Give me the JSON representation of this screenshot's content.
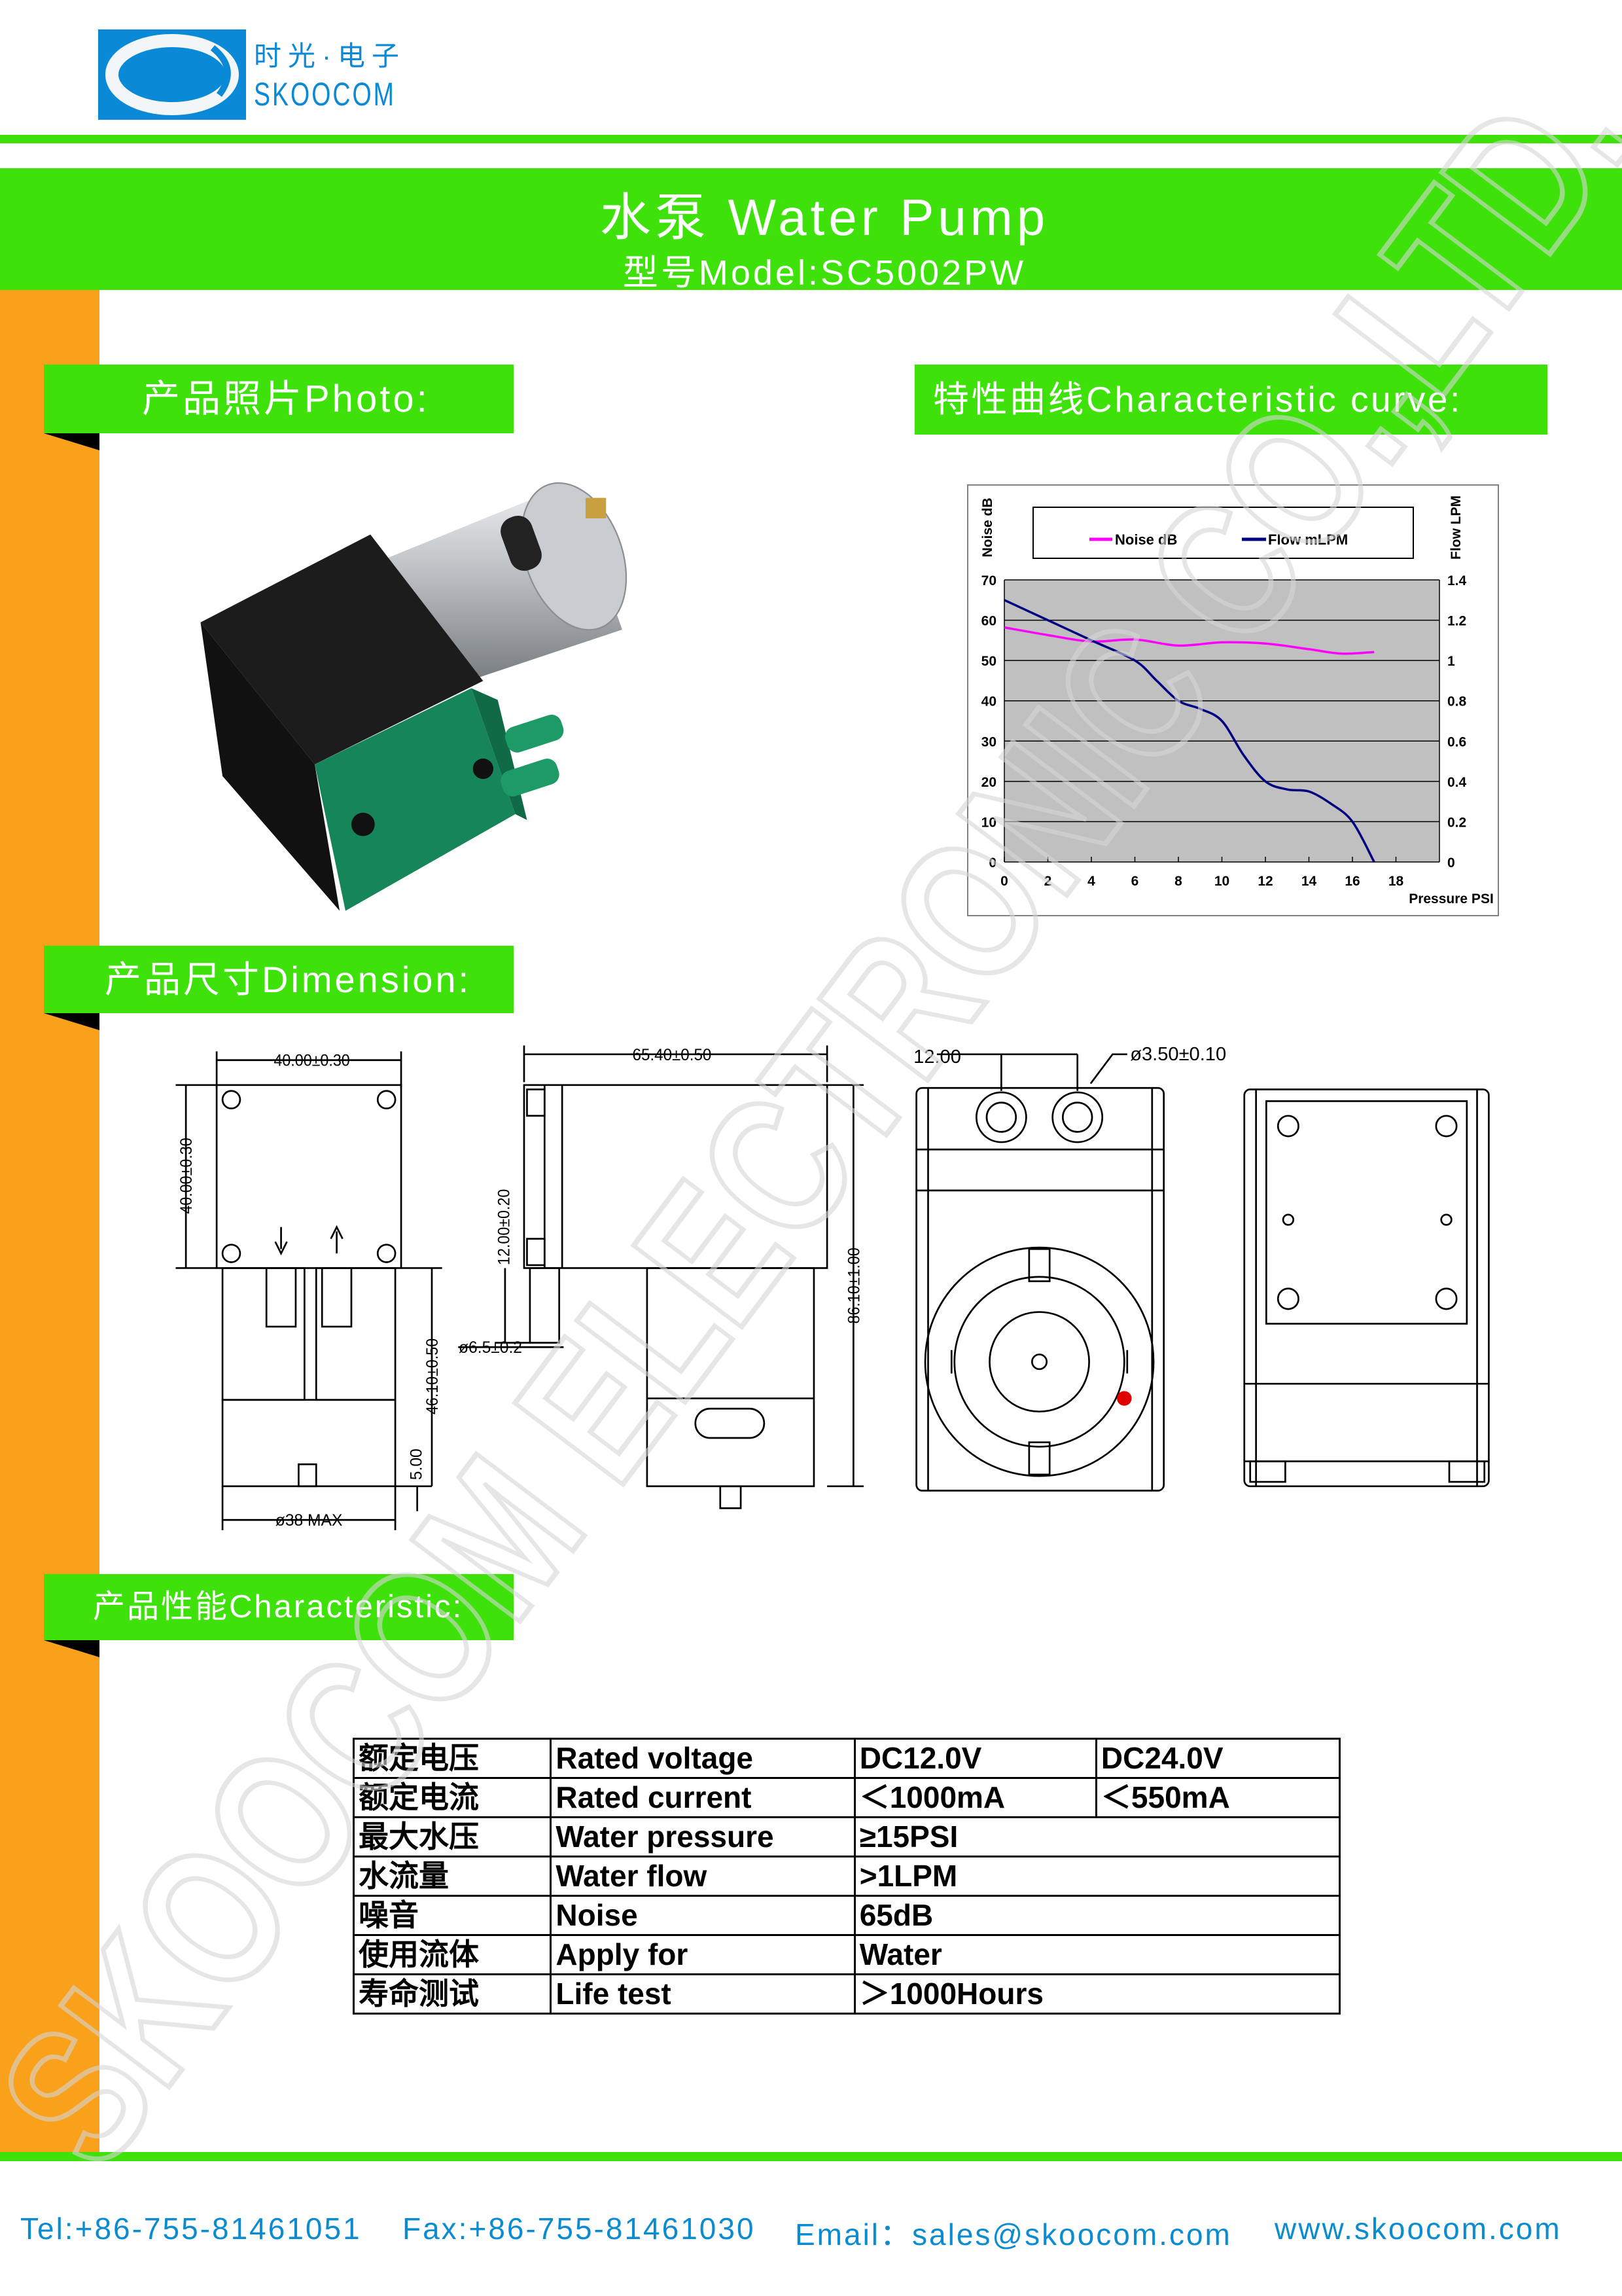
{
  "logo": {
    "cn": "时光·电子",
    "en": "SKOOCOM"
  },
  "banner": {
    "title": "水泵 Water Pump",
    "model": "型号Model:SC5002PW"
  },
  "sections": {
    "photo": "产品照片Photo:",
    "curve": "特性曲线Characteristic curve:",
    "dimension": "产品尺寸Dimension:",
    "characteristic": "产品性能Characteristic:"
  },
  "dimensions": {
    "front_width": "40.00±0.30",
    "front_height": "40.00±0.30",
    "lower_height": "46.10±0.50",
    "base_height": "5.00",
    "base_diameter": "ø38 MAX",
    "side_length": "65.40±0.50",
    "port_offset": "12.00±0.20",
    "port_diameter": "ø6.5±0.2",
    "total_height": "86.10±1.00",
    "port_spacing": "12.00",
    "hole_diameter": "ø3.50±0.10"
  },
  "chart_data": {
    "type": "line",
    "xlabel": "Pressure PSI",
    "ylabel": "Noise dB",
    "y2label": "Flow LPM",
    "xlim": [
      0,
      20
    ],
    "ylim": [
      0,
      70
    ],
    "y2lim": [
      0,
      1.4
    ],
    "xticks": [
      "0",
      "2",
      "4",
      "6",
      "8",
      "10",
      "12",
      "14",
      "16",
      "18"
    ],
    "yticks": [
      "0",
      "10",
      "20",
      "30",
      "40",
      "50",
      "60",
      "70"
    ],
    "y2ticks": [
      "0",
      "0.2",
      "0.4",
      "0.6",
      "0.8",
      "1",
      "1.2",
      "1.4"
    ],
    "grid": "horizontal",
    "legend": "top",
    "background": "#c0c0c0",
    "series": [
      {
        "name": "Noise dB",
        "axis": "left",
        "color": "#ff00ff",
        "x": [
          0,
          2,
          4,
          6,
          8,
          10,
          12,
          14,
          15.5,
          17
        ],
        "y": [
          58.2,
          56.3,
          54.7,
          55.2,
          53.7,
          54.5,
          54.2,
          52.8,
          51.7,
          52.1
        ]
      },
      {
        "name": "Flow mLPM",
        "axis": "right",
        "color": "#000080",
        "x": [
          0,
          2,
          4,
          6,
          7,
          8,
          9,
          10,
          11,
          12,
          13,
          14,
          15,
          16,
          17
        ],
        "y": [
          1.3,
          1.2,
          1.1,
          1.0,
          0.9,
          0.8,
          0.76,
          0.7,
          0.53,
          0.4,
          0.36,
          0.35,
          0.29,
          0.2,
          0.0
        ]
      }
    ]
  },
  "specs": {
    "rows": [
      {
        "cn": "额定电压",
        "en": "Rated voltage",
        "v1": "DC12.0V",
        "v2": "DC24.0V"
      },
      {
        "cn": "额定电流",
        "en": "Rated current",
        "v1": "＜1000mA",
        "v2": "＜550mA"
      },
      {
        "cn": "最大水压",
        "en": "Water pressure",
        "v1": "≥15PSI"
      },
      {
        "cn": "水流量",
        "en": "Water flow",
        "v1": ">1LPM"
      },
      {
        "cn": "噪音",
        "en": "Noise",
        "v1": "65dB"
      },
      {
        "cn": "使用流体",
        "en": "Apply for",
        "v1": "Water"
      },
      {
        "cn": "寿命测试",
        "en": "Life test",
        "v1": "＞1000Hours"
      }
    ]
  },
  "footer": {
    "tel": "Tel:+86-755-81461051",
    "fax": "Fax:+86-755-81461030",
    "email": "Email：sales@skoocom.com",
    "web": "www.skoocom.com"
  },
  "watermark": "SKOOCOM ELECTRONIC CO.,LTD.",
  "colors": {
    "green": "#3ee20a",
    "orange": "#f9a11b",
    "brand_blue": "#0a8ad6"
  }
}
